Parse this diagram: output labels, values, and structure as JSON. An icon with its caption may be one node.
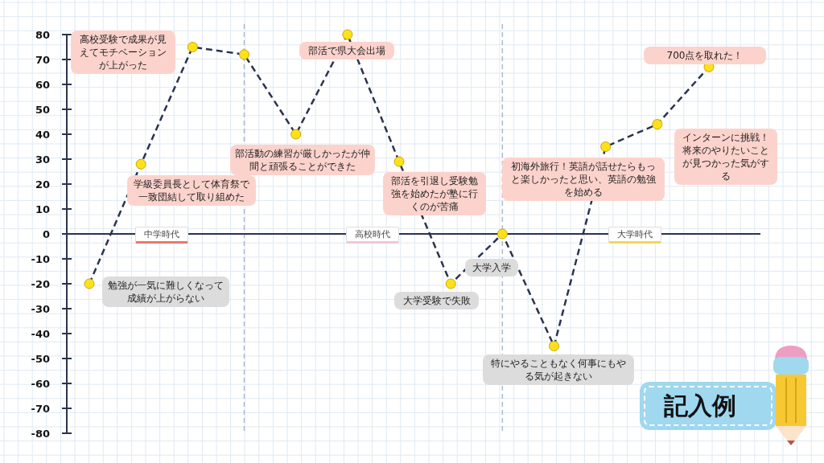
{
  "diagram": {
    "labels": [
      "中学時代",
      "高校時代",
      "大学時代",
      "記入例"
    ],
    "chart_data": {
      "type": "line",
      "ylim": [
        -80,
        80
      ],
      "yticks": [
        -80,
        -70,
        -60,
        -50,
        -40,
        -30,
        -20,
        -10,
        0,
        10,
        20,
        30,
        40,
        50,
        60,
        70,
        80
      ],
      "categories": [
        null,
        null,
        null,
        null,
        null,
        null,
        null,
        null,
        null,
        null,
        null,
        null,
        null
      ],
      "values": [
        -20,
        28,
        75,
        72,
        40,
        80,
        29,
        -20,
        0,
        -45,
        35,
        44,
        67
      ],
      "line_style": "dashed",
      "marker": "circle",
      "annotations": [
        {
          "text": "勉強が一気に難しくなって成績が上がらない"
        },
        {
          "text": "学級委員長として体育祭で一致団結して取り組めた"
        },
        {
          "text": "高校受験で成果が見えてモチベーションが上がった"
        },
        {
          "text": "部活動の練習が厳しかったが仲間と頑張ることができた"
        },
        {
          "text": "部活で県大会出場"
        },
        {
          "text": "部活を引退し受験勉強を始めたが塾に行くのが苦痛"
        },
        {
          "text": "大学受験で失敗"
        },
        {
          "text": "大学入学"
        },
        {
          "text": "特にやることもなく何事にもやる気が起きない"
        },
        {
          "text": "初海外旅行！英語が話せたらもっと楽しかったと思い、英語の勉強を始める"
        },
        {
          "text": "インターンに挑戦！将来のやりたいことが見つかった気がする"
        },
        {
          "text": "700点を取れた！"
        }
      ]
    }
  }
}
